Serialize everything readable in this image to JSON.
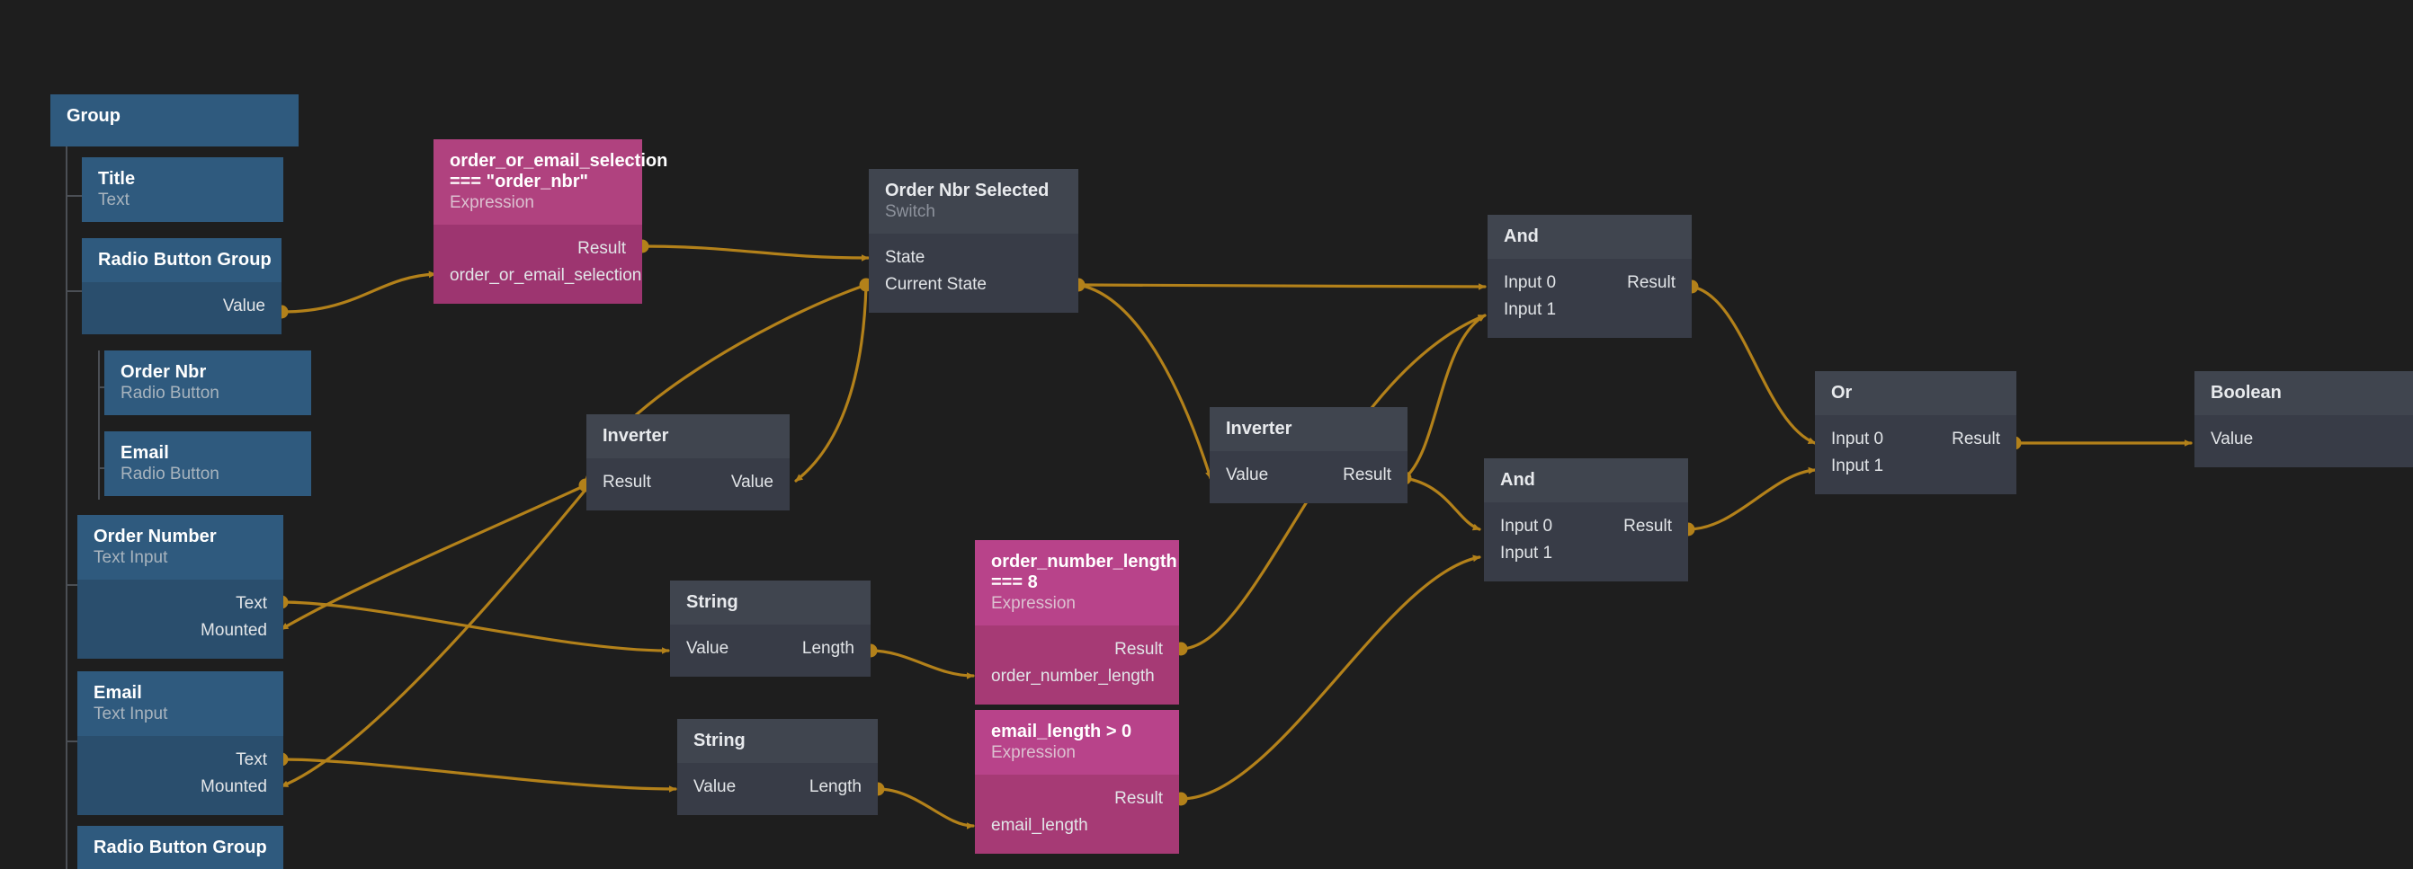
{
  "editor": {
    "name": "node-graph-editor",
    "background_color": "#1e1e1e",
    "wire_color": "#b3811a",
    "component_color": "#2c5475",
    "logic_color": "#383c47",
    "expression_color": "#a83a77"
  },
  "group": {
    "label": "Group"
  },
  "nodes": [
    {
      "id": "title-text",
      "kind": "component",
      "title": "Title",
      "subtitle": "Text",
      "ports": []
    },
    {
      "id": "radio-button-group-1",
      "kind": "component",
      "title": "Radio Button Group",
      "subtitle": "",
      "ports": [
        {
          "label": "Value",
          "side": "right",
          "type": "output"
        }
      ]
    },
    {
      "id": "order-nbr-radio",
      "kind": "component",
      "title": "Order Nbr",
      "subtitle": "Radio Button",
      "ports": []
    },
    {
      "id": "email-radio",
      "kind": "component",
      "title": "Email",
      "subtitle": "Radio Button",
      "ports": []
    },
    {
      "id": "order-number-text-input",
      "kind": "component",
      "title": "Order Number",
      "subtitle": "Text Input",
      "ports": [
        {
          "label": "Text",
          "side": "right",
          "type": "output"
        },
        {
          "label": "Mounted",
          "side": "right",
          "type": "input"
        }
      ]
    },
    {
      "id": "email-text-input",
      "kind": "component",
      "title": "Email",
      "subtitle": "Text Input",
      "ports": [
        {
          "label": "Text",
          "side": "right",
          "type": "output"
        },
        {
          "label": "Mounted",
          "side": "right",
          "type": "input"
        }
      ]
    },
    {
      "id": "radio-button-group-2",
      "kind": "component",
      "title": "Radio Button Group",
      "subtitle": "",
      "ports": []
    },
    {
      "id": "expr-order-or-email-selection",
      "kind": "expression",
      "title": "order_or_email_selection === \"order_nbr\"",
      "title_lines": [
        "order_or_email_selection",
        "=== \"order_nbr\""
      ],
      "subtitle": "Expression",
      "ports": [
        {
          "label": "Result",
          "side": "right",
          "type": "output"
        },
        {
          "label": "order_or_email_selection",
          "side": "left",
          "type": "input"
        }
      ]
    },
    {
      "id": "switch-order-nbr-selected",
      "kind": "logic",
      "title": "Order Nbr Selected",
      "subtitle": "Switch",
      "ports": [
        {
          "label": "State",
          "side": "left",
          "type": "input"
        },
        {
          "label": "Current State",
          "side": "left",
          "type": "output"
        }
      ]
    },
    {
      "id": "inverter-left",
      "kind": "logic",
      "title": "Inverter",
      "subtitle": "",
      "ports": [
        {
          "label": "Result",
          "side": "left",
          "type": "output"
        },
        {
          "label": "Value",
          "side": "right",
          "type": "input"
        }
      ]
    },
    {
      "id": "inverter-right",
      "kind": "logic",
      "title": "Inverter",
      "subtitle": "",
      "ports": [
        {
          "label": "Value",
          "side": "left",
          "type": "input"
        },
        {
          "label": "Result",
          "side": "right",
          "type": "output"
        }
      ]
    },
    {
      "id": "string-order",
      "kind": "logic",
      "title": "String",
      "subtitle": "",
      "ports": [
        {
          "label": "Value",
          "side": "left",
          "type": "input"
        },
        {
          "label": "Length",
          "side": "right",
          "type": "output"
        }
      ]
    },
    {
      "id": "string-email",
      "kind": "logic",
      "title": "String",
      "subtitle": "",
      "ports": [
        {
          "label": "Value",
          "side": "left",
          "type": "input"
        },
        {
          "label": "Length",
          "side": "right",
          "type": "output"
        }
      ]
    },
    {
      "id": "expr-order-number-length",
      "kind": "expression",
      "title": "order_number_length === 8",
      "title_lines": [
        "order_number_length",
        "=== 8"
      ],
      "subtitle": "Expression",
      "ports": [
        {
          "label": "Result",
          "side": "right",
          "type": "output"
        },
        {
          "label": "order_number_length",
          "side": "left",
          "type": "input"
        }
      ]
    },
    {
      "id": "expr-email-length",
      "kind": "expression",
      "title": "email_length > 0",
      "title_lines": [
        "email_length > 0"
      ],
      "subtitle": "Expression",
      "ports": [
        {
          "label": "Result",
          "side": "right",
          "type": "output"
        },
        {
          "label": "email_length",
          "side": "left",
          "type": "input"
        }
      ]
    },
    {
      "id": "and-top",
      "kind": "logic",
      "title": "And",
      "subtitle": "",
      "ports": [
        {
          "label": "Input 0",
          "side": "left",
          "type": "input"
        },
        {
          "label": "Input 1",
          "side": "left",
          "type": "input"
        },
        {
          "label": "Result",
          "side": "right",
          "type": "output"
        }
      ]
    },
    {
      "id": "and-bottom",
      "kind": "logic",
      "title": "And",
      "subtitle": "",
      "ports": [
        {
          "label": "Input 0",
          "side": "left",
          "type": "input"
        },
        {
          "label": "Input 1",
          "side": "left",
          "type": "input"
        },
        {
          "label": "Result",
          "side": "right",
          "type": "output"
        }
      ]
    },
    {
      "id": "or-node",
      "kind": "logic",
      "title": "Or",
      "subtitle": "",
      "ports": [
        {
          "label": "Input 0",
          "side": "left",
          "type": "input"
        },
        {
          "label": "Input 1",
          "side": "left",
          "type": "input"
        },
        {
          "label": "Result",
          "side": "right",
          "type": "output"
        }
      ]
    },
    {
      "id": "boolean-node",
      "kind": "logic",
      "title": "Boolean",
      "subtitle": "",
      "ports": [
        {
          "label": "Value",
          "side": "left",
          "type": "input"
        }
      ]
    }
  ],
  "labels": {
    "group": "Group",
    "title": "Title",
    "text": "Text",
    "radio_button_group": "Radio Button Group",
    "value": "Value",
    "order_nbr": "Order Nbr",
    "radio_button": "Radio Button",
    "email": "Email",
    "order_number": "Order Number",
    "text_input": "Text Input",
    "mounted": "Mounted",
    "expression": "Expression",
    "expr1_line1": "order_or_email_selection",
    "expr1_line2": "=== \"order_nbr\"",
    "expr1_input": "order_or_email_selection",
    "result": "Result",
    "order_nbr_selected": "Order Nbr Selected",
    "switch": "Switch",
    "state": "State",
    "current_state": "Current State",
    "inverter": "Inverter",
    "string": "String",
    "length": "Length",
    "expr2_line1": "order_number_length",
    "expr2_line2": "=== 8",
    "expr2_input": "order_number_length",
    "expr3_line1": "email_length > 0",
    "expr3_input": "email_length",
    "and": "And",
    "or": "Or",
    "boolean": "Boolean",
    "input0": "Input 0",
    "input1": "Input 1"
  }
}
